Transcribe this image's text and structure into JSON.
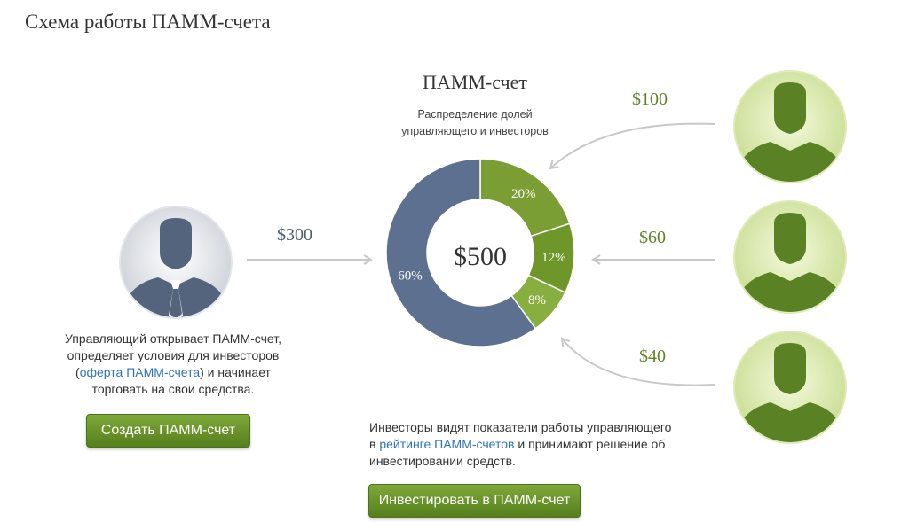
{
  "page_title": "Схема работы ПАММ-счета",
  "pamm": {
    "title": "ПАММ-счет",
    "subtitle_line1": "Распределение долей",
    "subtitle_line2": "управляющего и инвесторов",
    "total": "$500"
  },
  "chart_data": {
    "type": "pie",
    "categories": [
      "60%",
      "20%",
      "12%",
      "8%"
    ],
    "values": [
      60,
      20,
      12,
      8
    ],
    "colors": [
      "#5e7090",
      "#7a9e33",
      "#6f9629",
      "#87ae3e"
    ],
    "center_label": "$500"
  },
  "manager": {
    "amount": "$300",
    "desc_line1": "Управляющий открывает ПАММ-счет,",
    "desc_line2": "определяет условия для инвесторов",
    "desc_line3_before": "(",
    "desc_line3_link": "оферта ПАММ-счета",
    "desc_line3_after": ") и начинает",
    "desc_line4": "торговать на свои средства.",
    "button_label": "Создать ПАММ-счет"
  },
  "investors": {
    "amounts": [
      "$100",
      "$60",
      "$40"
    ],
    "desc_line1": "Инвесторы видят показатели работы управляющего",
    "desc_line2_before": "в ",
    "desc_line2_link": "рейтинге ПАММ-счетов",
    "desc_line2_after": " и принимают решение об",
    "desc_line3": "инвестировании средств.",
    "button_label": "Инвестировать в ПАММ-счет"
  },
  "colors": {
    "manager_slate": "#5e7090",
    "investor_green": "#5c8424",
    "link_blue": "#2b74b8",
    "arrow_grey": "#c8c8c8"
  }
}
